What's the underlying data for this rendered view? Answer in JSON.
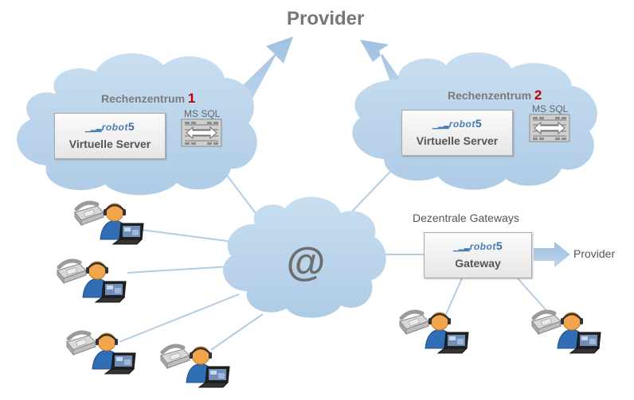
{
  "title": "Provider",
  "datacenters": [
    {
      "label": "Rechenzentrum",
      "number": "1",
      "db": "MS SQL",
      "brand": "robot",
      "brand_num": "5",
      "server": "Virtuelle Server"
    },
    {
      "label": "Rechenzentrum",
      "number": "2",
      "db": "MS SQL",
      "brand": "robot",
      "brand_num": "5",
      "server": "Virtuelle Server"
    }
  ],
  "internet_symbol": "@",
  "gateways": {
    "heading": "Dezentrale Gateways",
    "brand": "robot",
    "brand_num": "5",
    "box": "Gateway",
    "provider": "Provider"
  },
  "colors": {
    "cloud": "#b9d3ea",
    "arrow": "#a8c6e2",
    "accent": "#c00000",
    "line": "#b3cde6",
    "text": "#7a7a7a"
  }
}
